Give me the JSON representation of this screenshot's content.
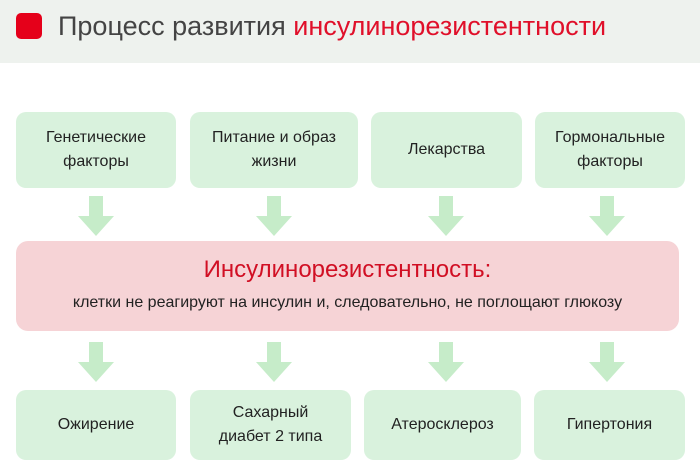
{
  "header": {
    "title_prefix": "Процесс развития ",
    "title_highlight": "инсулинорезистентности"
  },
  "causes": [
    "Генетические факторы",
    "Питание и образ жизни",
    "Лекарства",
    "Гормональные факторы"
  ],
  "center": {
    "title": "Инсулинорезистентность:",
    "text": "клетки не реагируют на инсулин и, следовательно, не поглощают глюкозу"
  },
  "effects": [
    "Ожирение",
    "Сахарный диабет 2 типа",
    "Атеросклероз",
    "Гипертония"
  ],
  "colors": {
    "accent_red": "#e5001a",
    "cause_box": "#d9f2dd",
    "center_box": "#f6d3d6",
    "arrow": "#c6ecc9"
  }
}
